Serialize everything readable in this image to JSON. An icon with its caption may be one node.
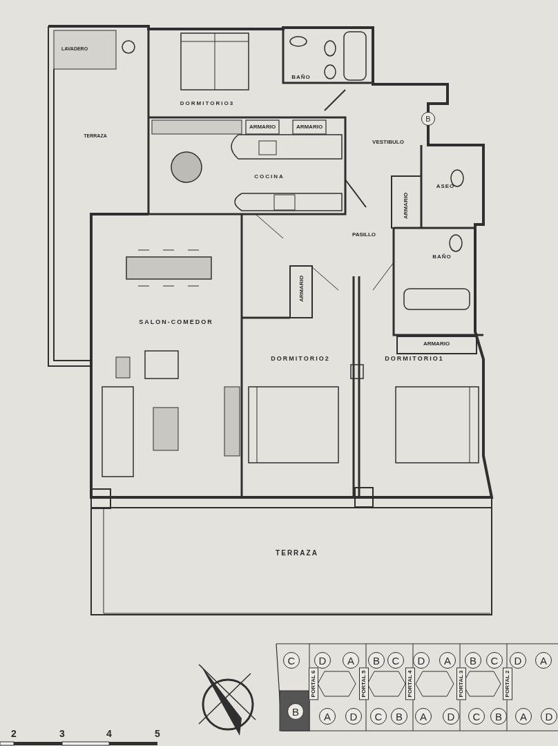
{
  "diagram": {
    "nodes": [
      {
        "text": [
          "B"
        ]
      },
      {
        "text": [
          "C"
        ]
      },
      {
        "text": [
          "D"
        ]
      },
      {
        "text": [
          "A"
        ]
      },
      {
        "text": [
          "B"
        ]
      },
      {
        "text": [
          "C"
        ]
      },
      {
        "text": [
          "D"
        ]
      },
      {
        "text": [
          "A"
        ]
      },
      {
        "text": [
          "B"
        ]
      },
      {
        "text": [
          "C"
        ]
      },
      {
        "text": [
          "D"
        ]
      },
      {
        "text": [
          "A"
        ]
      },
      {
        "text": [
          "B"
        ]
      },
      {
        "text": [
          "A"
        ]
      },
      {
        "text": [
          "D"
        ]
      },
      {
        "text": [
          "C"
        ]
      },
      {
        "text": [
          "B"
        ]
      },
      {
        "text": [
          "A"
        ]
      },
      {
        "text": [
          "D"
        ]
      },
      {
        "text": [
          "C"
        ]
      },
      {
        "text": [
          "B"
        ]
      },
      {
        "text": [
          "A"
        ]
      },
      {
        "text": [
          "D"
        ]
      }
    ],
    "labels": [
      "LAVADERO",
      "DORMITORIO3",
      "BAÑO",
      "TERRAZA",
      "ARMARIO",
      "ARMARIO",
      "VESTIBULO",
      "COCINA",
      "ASEO",
      "ARMARIO",
      "PASILLO",
      "BAÑO",
      "ARMARIO",
      "SALON-COMEDOR",
      "DORMITORIO2",
      "DORMITORIO1",
      "ARMARIO",
      "TERRAZA",
      "PORTAL 6",
      "PORTAL 5",
      "PORTAL 4",
      "PORTAL 3",
      "PORTAL 2",
      "2",
      "3",
      "4",
      "5"
    ]
  }
}
